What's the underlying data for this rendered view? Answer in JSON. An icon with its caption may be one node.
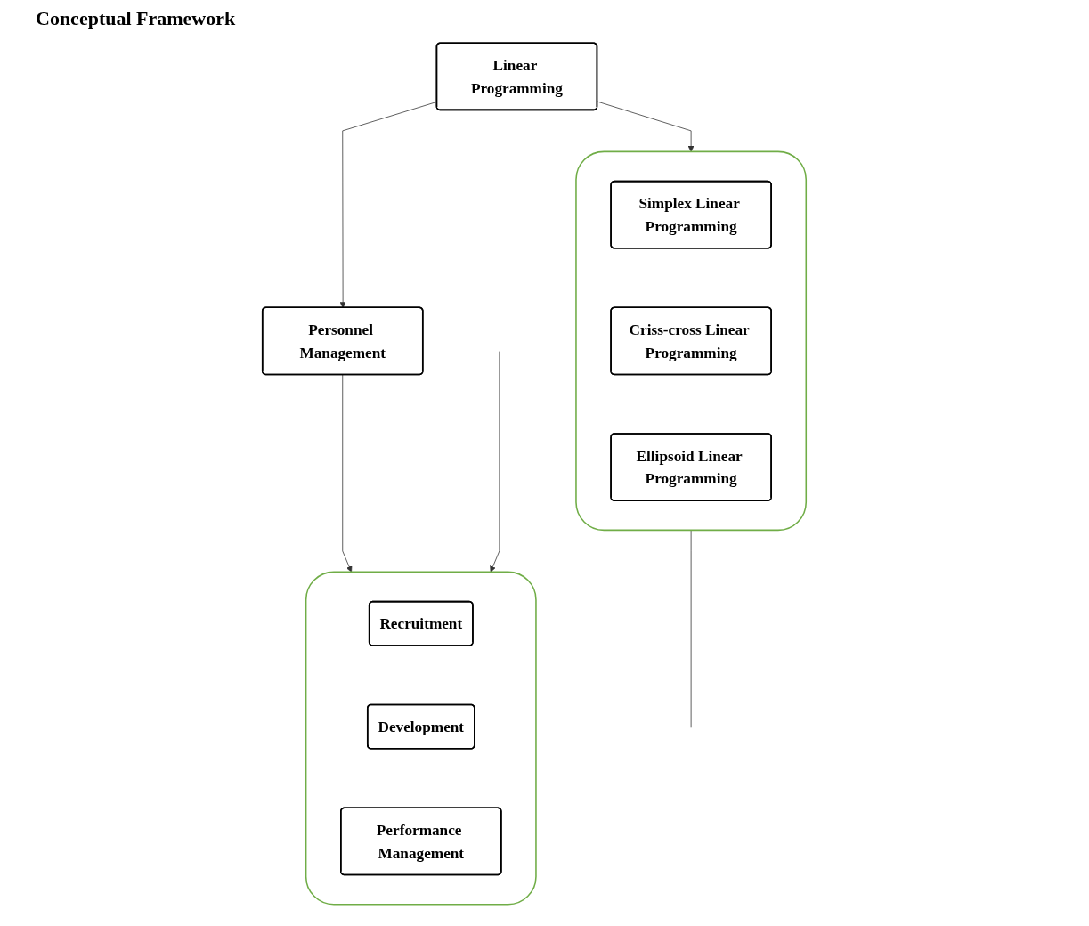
{
  "diagram": {
    "title": "Conceptual Framework",
    "nodes": [
      {
        "text": [
          "Linear Programming"
        ]
      },
      {
        "text": [
          "Personnel Management"
        ]
      },
      {
        "text": [],
        "shape": "box"
      },
      {
        "text": [
          "Simplex Linear Programming"
        ],
        "in": 2
      },
      {
        "text": [
          "Criss-cross Linear Programming"
        ],
        "in": 2
      },
      {
        "text": [
          "Ellipsoid Linear Programming"
        ],
        "in": 2
      },
      {
        "text": [],
        "shape": "box"
      },
      {
        "text": [
          "Recruitment"
        ],
        "in": 6
      },
      {
        "text": [
          "Development"
        ],
        "in": 6
      },
      {
        "text": [
          "Performance Management"
        ],
        "in": 6
      }
    ],
    "edges": [
      {
        "from": 0,
        "to": 1,
        "arrow": "to"
      },
      {
        "from": 0,
        "to": 2,
        "arrow": "to"
      },
      {
        "from": 1,
        "to": 6,
        "arrow": "to"
      },
      {
        "from": 2,
        "to": null,
        "arrow": "none"
      },
      {
        "from": null,
        "to": 6,
        "arrow": "to"
      }
    ]
  }
}
